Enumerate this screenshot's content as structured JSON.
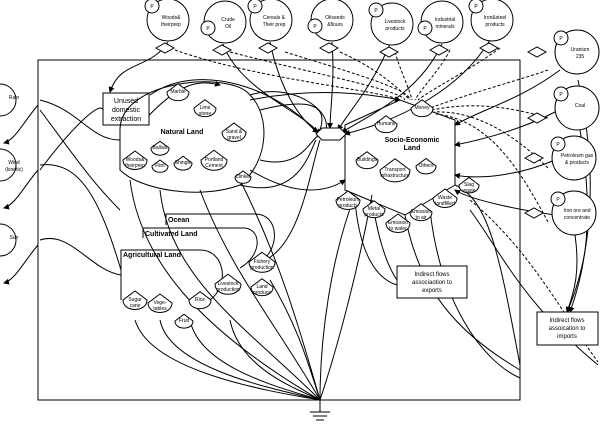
{
  "diagram": {
    "top_sources": [
      {
        "label1": "Woods&",
        "label2": "theirprep",
        "p": "P"
      },
      {
        "label1": "Crude",
        "label2": "Oil",
        "p": "P"
      },
      {
        "label1": "Cereals &",
        "label2": "Their prep",
        "p": "P"
      },
      {
        "label1": "Oilseeds",
        "label2": "&flours",
        "p": "P"
      },
      {
        "label1": "Livestock",
        "label2": "products",
        "p": "P"
      },
      {
        "label1": "Industrial",
        "label2": "minerals",
        "p": "P"
      },
      {
        "label1": "Iron&steel",
        "label2": "products",
        "p": "P"
      }
    ],
    "right_sources": [
      {
        "label1": "Uranium",
        "label2": "235",
        "p": "P"
      },
      {
        "label1": "Coal",
        "label2": "",
        "p": "P"
      },
      {
        "label1": "Petroleum gas",
        "label2": "& products",
        "p": "P"
      },
      {
        "label1": "Iron ore and",
        "label2": "concentrate",
        "p": "P"
      }
    ],
    "left_sources": [
      {
        "label1": "Rain",
        "label2": ""
      },
      {
        "label1": "Wind",
        "label2": "(kinetic)"
      },
      {
        "label1": "Sun",
        "label2": ""
      }
    ],
    "unused": {
      "l1": "Unused",
      "l2": "domestic",
      "l3": "extraction"
    },
    "natural_land": {
      "title": "Natural Land",
      "stores": [
        {
          "l1": "Marble",
          "l2": ""
        },
        {
          "l1": "Lime",
          "l2": "stone"
        },
        {
          "l1": "Sand &",
          "l2": "gravel"
        },
        {
          "l1": "Portland",
          "l2": "Cement"
        },
        {
          "l1": "Clinker",
          "l2": ""
        },
        {
          "l1": "Woods&",
          "l2": "theirprep"
        },
        {
          "l1": "Ballast",
          "l2": ""
        },
        {
          "l1": "Flint",
          "l2": ""
        },
        {
          "l1": "Shingle",
          "l2": ""
        }
      ]
    },
    "socio": {
      "title1": "Socio-Economic",
      "title2": "Land",
      "money": "Money",
      "stores": [
        {
          "l1": "Humans",
          "l2": ""
        },
        {
          "l1": "Buildings",
          "l2": ""
        },
        {
          "l1": "Transport",
          "l2": "infrastructure"
        },
        {
          "l1": "Others",
          "l2": ""
        },
        {
          "l1": "Petroleum",
          "l2": "products"
        },
        {
          "l1": "Metal",
          "l2": "products"
        },
        {
          "l1": "Emission",
          "l2": "to water"
        },
        {
          "l1": "Emission",
          "l2": "to air"
        },
        {
          "l1": "Waste",
          "l2": "landfilled"
        },
        {
          "l1": "Slag",
          "l2": "waste"
        }
      ]
    },
    "land": {
      "ocean": "Ocean",
      "cultivated": "Cultivated Land",
      "agricultural": "Agricultural Land",
      "stores": [
        {
          "l1": "Sugar",
          "l2": "cane"
        },
        {
          "l1": "Vege-",
          "l2": "tables"
        },
        {
          "l1": "Fruit",
          "l2": ""
        },
        {
          "l1": "Rice",
          "l2": ""
        },
        {
          "l1": "Livestock",
          "l2": "production"
        },
        {
          "l1": "Fishery",
          "l2": "production"
        },
        {
          "l1": "Land",
          "l2": "produce"
        }
      ]
    },
    "exports": {
      "l1": "Indirect flows",
      "l2": "associaotion to",
      "l3": "exports"
    },
    "imports": {
      "l1": "Indirect flows",
      "l2": "assoication to",
      "l3": "imports"
    }
  }
}
